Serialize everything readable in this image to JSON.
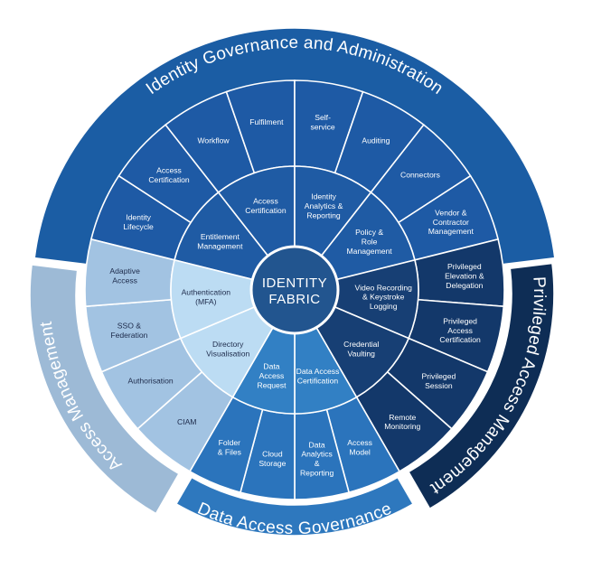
{
  "center": {
    "lines": [
      "IDENTITY",
      "FABRIC"
    ],
    "color": "#22558f"
  },
  "sections": [
    {
      "key": "iga",
      "title": "Identity Governance and Administration",
      "outer_color": "#1b5da4",
      "outer_segments": [
        {
          "lines": [
            "Identity",
            "Lifecycle"
          ],
          "color": "#1e5aa5"
        },
        {
          "lines": [
            "Access",
            "Certification"
          ],
          "color": "#1e5aa5"
        },
        {
          "lines": [
            "Workflow"
          ],
          "color": "#1e5aa5"
        },
        {
          "lines": [
            "Fulfilment"
          ],
          "color": "#1e5aa5"
        },
        {
          "lines": [
            "Self-",
            "service"
          ],
          "color": "#1e5aa5"
        },
        {
          "lines": [
            "Auditing"
          ],
          "color": "#1e5aa5"
        },
        {
          "lines": [
            "Connectors"
          ],
          "color": "#1e5aa5"
        },
        {
          "lines": [
            "Vendor &",
            "Contractor",
            "Management"
          ],
          "color": "#1e5aa5"
        }
      ],
      "inner_segments": [
        {
          "lines": [
            "Entitlement",
            "Management"
          ],
          "color": "#1f5ba4"
        },
        {
          "lines": [
            "Access",
            "Certification"
          ],
          "color": "#1f5ba4"
        },
        {
          "lines": [
            "Identity",
            "Analytics &",
            "Reporting"
          ],
          "color": "#1f5ba4"
        },
        {
          "lines": [
            "Policy &",
            "Role",
            "Management"
          ],
          "color": "#1f5ba4"
        }
      ]
    },
    {
      "key": "pam",
      "title": "Privileged Access Management",
      "outer_color": "#0e2d55",
      "outer_segments": [
        {
          "lines": [
            "Privileged",
            "Elevation &",
            "Delegation"
          ],
          "color": "#13386a"
        },
        {
          "lines": [
            "Privileged",
            "Access",
            "Certification"
          ],
          "color": "#13386a"
        },
        {
          "lines": [
            "Privileged",
            "Session"
          ],
          "color": "#13386a"
        },
        {
          "lines": [
            "Remote",
            "Monitoring"
          ],
          "color": "#13386a"
        }
      ],
      "inner_segments": [
        {
          "lines": [
            "Video Recording",
            "& Keystroke",
            "Logging"
          ],
          "color": "#173f74"
        },
        {
          "lines": [
            "Credential",
            "Vaulting"
          ],
          "color": "#173f74"
        }
      ]
    },
    {
      "key": "dag",
      "title": "Data Access Governance",
      "outer_color": "#2e78be",
      "outer_segments": [
        {
          "lines": [
            "Access",
            "Model"
          ],
          "color": "#2b74bc"
        },
        {
          "lines": [
            "Data",
            "Analytics",
            "&",
            "Reporting"
          ],
          "color": "#2b74bc"
        },
        {
          "lines": [
            "Cloud",
            "Storage"
          ],
          "color": "#2b74bc"
        },
        {
          "lines": [
            "Folder",
            "& Files"
          ],
          "color": "#2b74bc"
        }
      ],
      "inner_segments": [
        {
          "lines": [
            "Data Access",
            "Certification"
          ],
          "color": "#3280c4"
        },
        {
          "lines": [
            "Data",
            "Access",
            "Request"
          ],
          "color": "#3280c4"
        }
      ]
    },
    {
      "key": "am",
      "title": "Access Management",
      "outer_color": "#9dbad6",
      "outer_segments": [
        {
          "lines": [
            "CIAM"
          ],
          "color": "#a2c3e2"
        },
        {
          "lines": [
            "Authorisation"
          ],
          "color": "#a2c3e2"
        },
        {
          "lines": [
            "SSO &",
            "Federation"
          ],
          "color": "#a2c3e2"
        },
        {
          "lines": [
            "Adaptive",
            "Access"
          ],
          "color": "#a2c3e2"
        }
      ],
      "inner_segments": [
        {
          "lines": [
            "Directory",
            "Visualisation"
          ],
          "color": "#bcdcf3"
        },
        {
          "lines": [
            "Authentication",
            "(MFA)"
          ],
          "color": "#bcdcf3"
        }
      ]
    }
  ]
}
